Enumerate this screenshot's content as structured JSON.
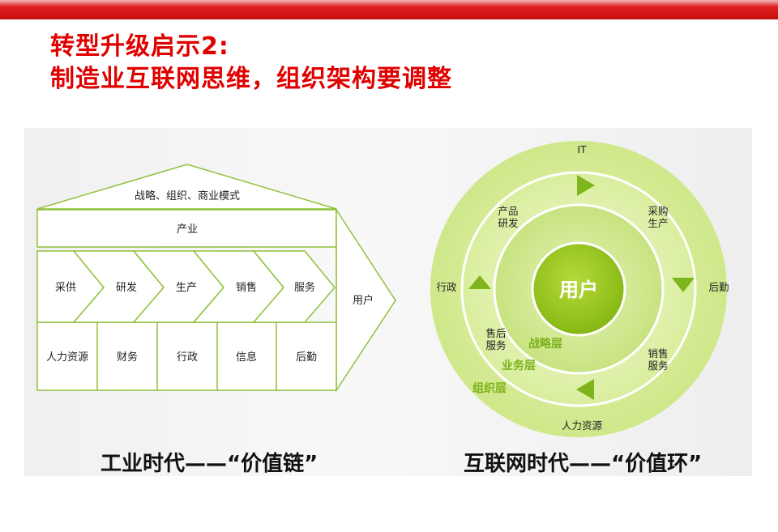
{
  "title": {
    "line1": "转型升级启示2:",
    "line2": "制造业互联网思维，组织架构要调整"
  },
  "value_chain": {
    "roof": "战略、组织、商业模式",
    "industry": "产业",
    "activities": [
      "采供",
      "研发",
      "生产",
      "销售",
      "服务"
    ],
    "support": [
      "人力资源",
      "财务",
      "行政",
      "信息",
      "后勤"
    ],
    "end": "用户",
    "caption": "工业时代——“价值链”"
  },
  "value_ring": {
    "center": "用户",
    "layers": {
      "strategy": "战略层",
      "business": "业务层",
      "organization": "组织层"
    },
    "business_items": {
      "rd": "产品\n研发",
      "purchase": "采购\n生产",
      "sales": "销售\n服务",
      "after_sales": "售后\n服务"
    },
    "org_items": {
      "it": "IT",
      "logistics": "后勤",
      "hr": "人力资源",
      "admin": "行政"
    },
    "caption": "互联网时代——“价值环”"
  },
  "colors": {
    "title": "#e00000",
    "band": "#d01818",
    "chain_border": "#8fc03a",
    "ring_core": "#96c31e"
  }
}
